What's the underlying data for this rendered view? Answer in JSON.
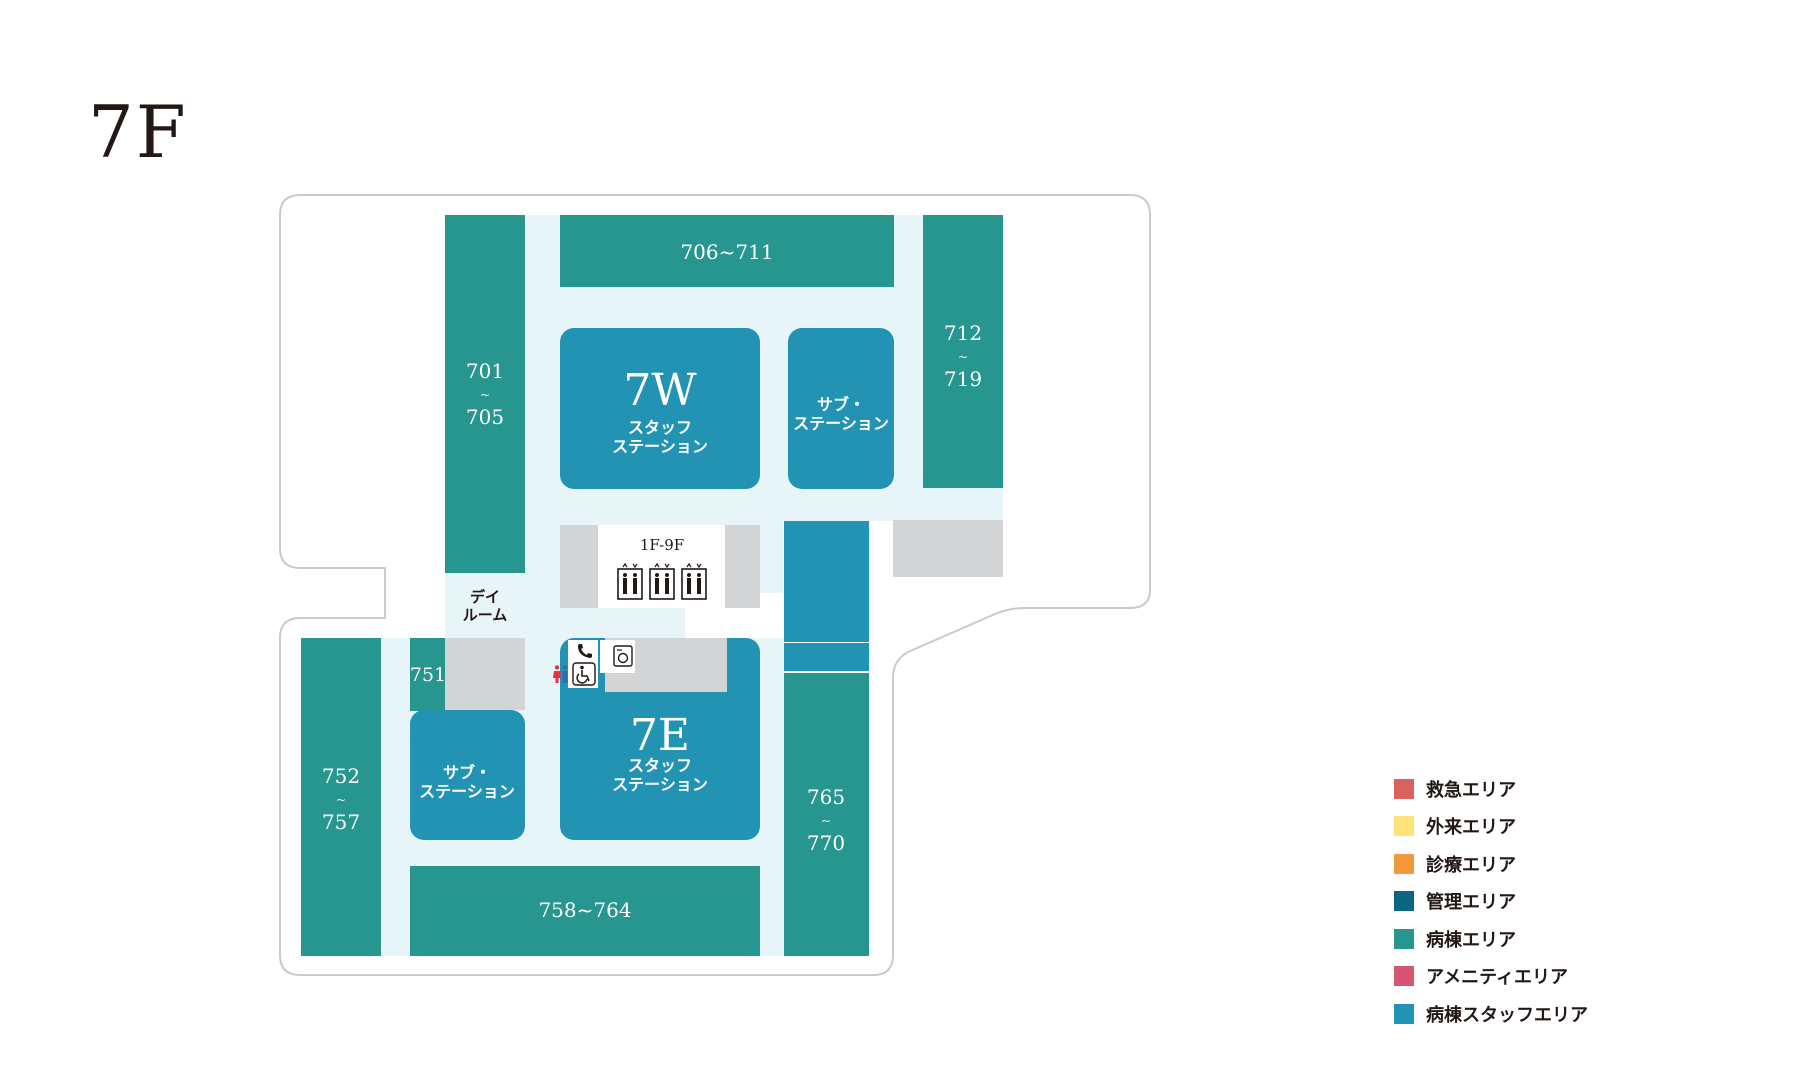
{
  "floor": {
    "title": "7F"
  },
  "colors": {
    "ward": "#26968f",
    "ward_staff": "#2293b3",
    "corridor": "#e8f5f8",
    "service": "#d3d4d5",
    "outline": "#c9caca"
  },
  "rooms": {
    "r706_711": "706~711",
    "r701": "701",
    "r705": "705",
    "r712": "712",
    "r719": "719",
    "r751": "751",
    "r752": "752",
    "r757": "757",
    "r765": "765",
    "r770": "770",
    "r758_764": "758~764",
    "tilde": "~"
  },
  "stations": {
    "w_code": "7W",
    "e_code": "7E",
    "staff_line1": "スタッフ",
    "staff_line2": "ステーション",
    "sub_line1": "サブ・",
    "sub_line2": "ステーション"
  },
  "dayroom": {
    "line1": "デイ",
    "line2": "ルーム"
  },
  "elevator": {
    "label": "1F-9F"
  },
  "icons": [
    "elevator-icon",
    "phone-icon",
    "toilet-icon",
    "accessible-toilet-icon",
    "laundry-icon"
  ],
  "legend": [
    {
      "label": "救急エリア",
      "color": "#d9625f"
    },
    {
      "label": "外来エリア",
      "color": "#fde27a"
    },
    {
      "label": "診療エリア",
      "color": "#ef9a3b"
    },
    {
      "label": "管理エリア",
      "color": "#0c6681"
    },
    {
      "label": "病棟エリア",
      "color": "#26968f"
    },
    {
      "label": "アメニティエリア",
      "color": "#d45673"
    },
    {
      "label": "病棟スタッフエリア",
      "color": "#2293b3"
    }
  ]
}
